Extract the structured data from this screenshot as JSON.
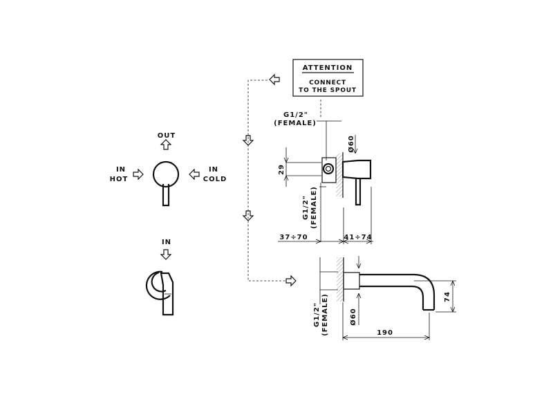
{
  "flow_labels": {
    "out": "OUT",
    "in_hot_line1": "IN",
    "in_hot_line2": "HOT",
    "in_cold_line1": "IN",
    "in_cold_line2": "COLD",
    "in_top": "IN"
  },
  "attention_box": {
    "title": "ATTENTION",
    "line1": "CONNECT",
    "line2": "TO THE SPOUT"
  },
  "mixer_section": {
    "connection_top_line1": "G1/2\"",
    "connection_top_line2": "(FEMALE)",
    "diameter": "Ø60",
    "height": "29",
    "connection_side_line1": "G1/2\"",
    "connection_side_line2": "(FEMALE)",
    "depth_left": "37÷70",
    "depth_right": "41÷74"
  },
  "spout_section": {
    "connection_line1": "G1/2\"",
    "connection_line2": "(FEMALE)",
    "diameter": "Ø60",
    "projection": "190",
    "drop": "74"
  }
}
